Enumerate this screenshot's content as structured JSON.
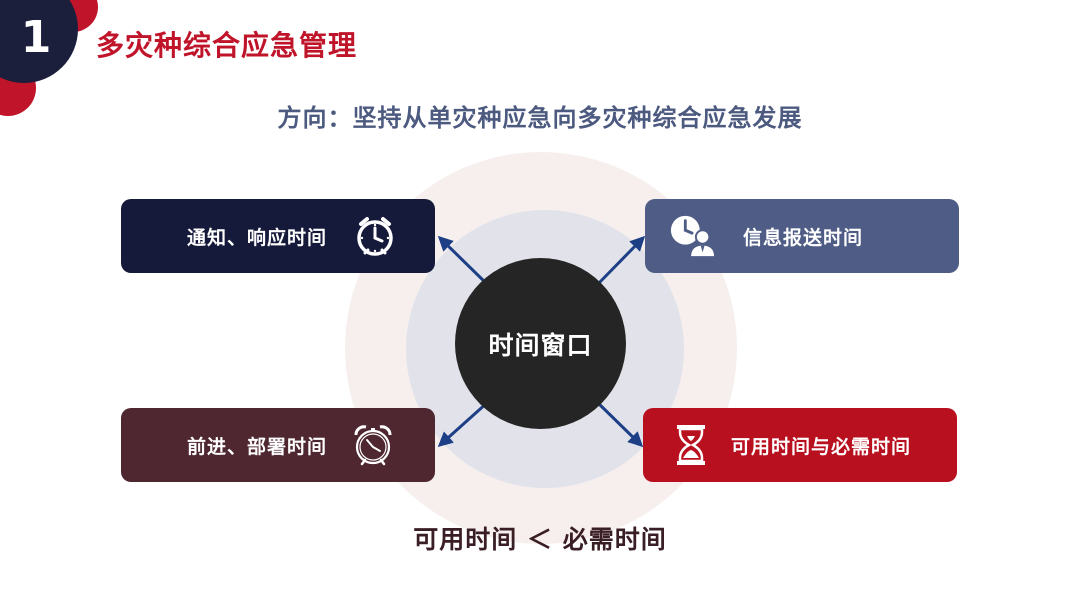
{
  "badge": {
    "number": "1"
  },
  "header": {
    "title": "多灾种综合应急管理"
  },
  "subtitle": "方向：坚持从单灾种应急向多灾种综合应急发展",
  "center_label": "时间窗口",
  "boxes": {
    "top_left": {
      "label": "通知、响应时间",
      "icon": "alarm-clock-icon"
    },
    "top_right": {
      "label": "信息报送时间",
      "icon": "clock-person-icon"
    },
    "bottom_left": {
      "label": "前进、部署时间",
      "icon": "alarm-clock-icon"
    },
    "bottom_right": {
      "label": "可用时间与必需时间",
      "icon": "hourglass-icon"
    }
  },
  "footer": "可用时间 ＜ 必需时间",
  "colors": {
    "accent_red": "#c0142a",
    "navy": "#161a3a",
    "slate_blue": "#4f5d86",
    "maroon": "#4e2731",
    "center_dark": "#252525",
    "arrow_blue": "#1c3f86"
  }
}
